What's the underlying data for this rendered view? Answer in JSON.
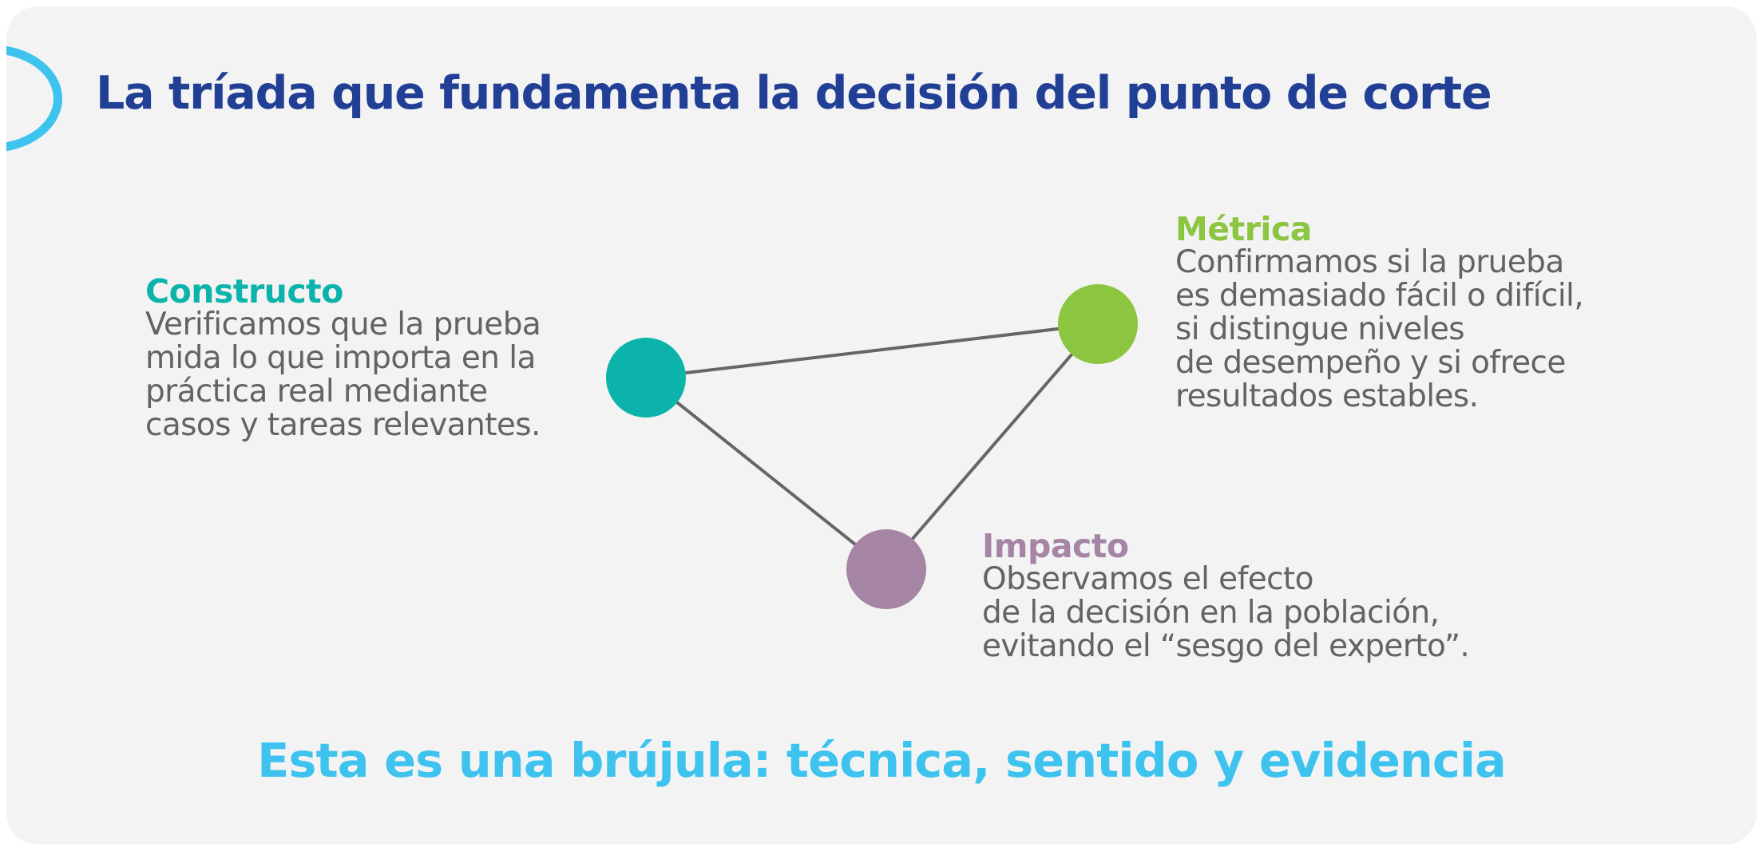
{
  "title": "La tríada que fundamenta la decisión del punto de corte",
  "tagline": "Esta es una brújula: técnica, sentido y evidencia",
  "colors": {
    "title": "#213f94",
    "accent": "#3ec3ee",
    "constructo": "#0cb3aa",
    "metrica": "#8cc540",
    "impacto": "#a584a4",
    "body_text": "#636363",
    "connector": "#666666",
    "background": "#f3f3f4"
  },
  "nodes": [
    {
      "id": "constructo",
      "heading": "Constructo",
      "body": "Verificamos que la prueba\nmida lo que importa en la\npráctica real mediante\ncasos y tareas relevantes."
    },
    {
      "id": "metrica",
      "heading": "Métrica",
      "body": "Confirmamos si la prueba\nes demasiado fácil o difícil,\nsi distingue niveles\nde desempeño y si ofrece\nresultados estables."
    },
    {
      "id": "impacto",
      "heading": "Impacto",
      "body": "Observamos el efecto\nde la decisión en la población,\nevitando el “sesgo del experto”."
    }
  ],
  "edges": [
    [
      "constructo",
      "metrica"
    ],
    [
      "metrica",
      "impacto"
    ],
    [
      "impacto",
      "constructo"
    ]
  ]
}
